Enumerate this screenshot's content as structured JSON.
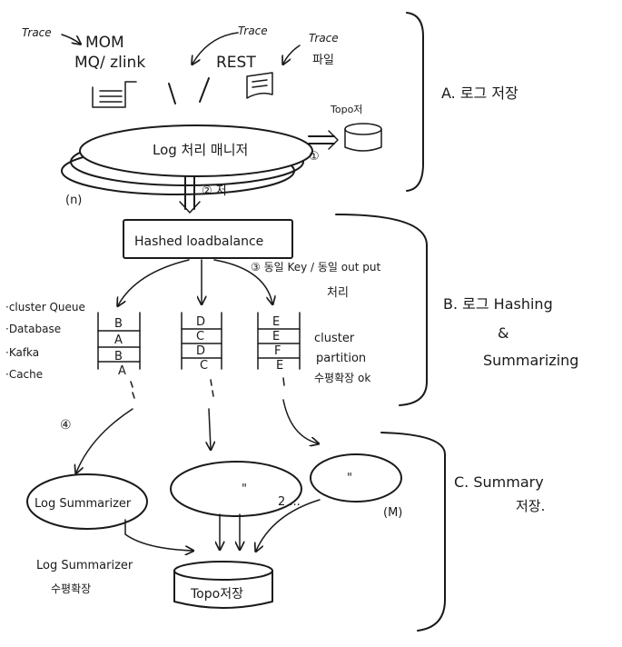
{
  "sources": {
    "trace_left": "Trace",
    "mom_line1": "MOM",
    "mom_line2": "MQ/ zlink",
    "trace_middle": "Trace",
    "rest": "REST",
    "trace_right": "Trace",
    "trace_file": "파일"
  },
  "log_manager": {
    "label": "Log 처리 매니저",
    "n_label": "(n)",
    "store_label": "Topo저",
    "step1": "①",
    "step2": "② 저"
  },
  "load_balancer": {
    "label": "Hashed loadbalance",
    "step3": "③ 동일 Key / 동일 out put",
    "step3_line2": "처리"
  },
  "cluster_options": [
    "·cluster Queue",
    "·Database",
    "·Kafka",
    "·Cache"
  ],
  "queues": [
    {
      "items": [
        "B",
        "A",
        "B",
        "A"
      ]
    },
    {
      "items": [
        "D",
        "C",
        "D",
        "C"
      ]
    },
    {
      "items": [
        "E",
        "E",
        "F",
        "E"
      ]
    }
  ],
  "cluster_partition": {
    "line1": "cluster",
    "line2": "partition",
    "line3": "수평확장 ok"
  },
  "summarizers": {
    "step4": "④",
    "main": "Log Summarizer",
    "quote1": "\"",
    "quote2": "\"",
    "dots": "2 ...",
    "m_label": "(M)",
    "caption_line1": "Log Summarizer",
    "caption_line2": "수평확장",
    "store_label": "Topo저장"
  },
  "sections": {
    "a": "A. 로그 저장",
    "b_line1": "B. 로그 Hashing",
    "b_line2": "&",
    "b_line3": "Summarizing",
    "c_line1": "C. Summary",
    "c_line2": "저장."
  }
}
